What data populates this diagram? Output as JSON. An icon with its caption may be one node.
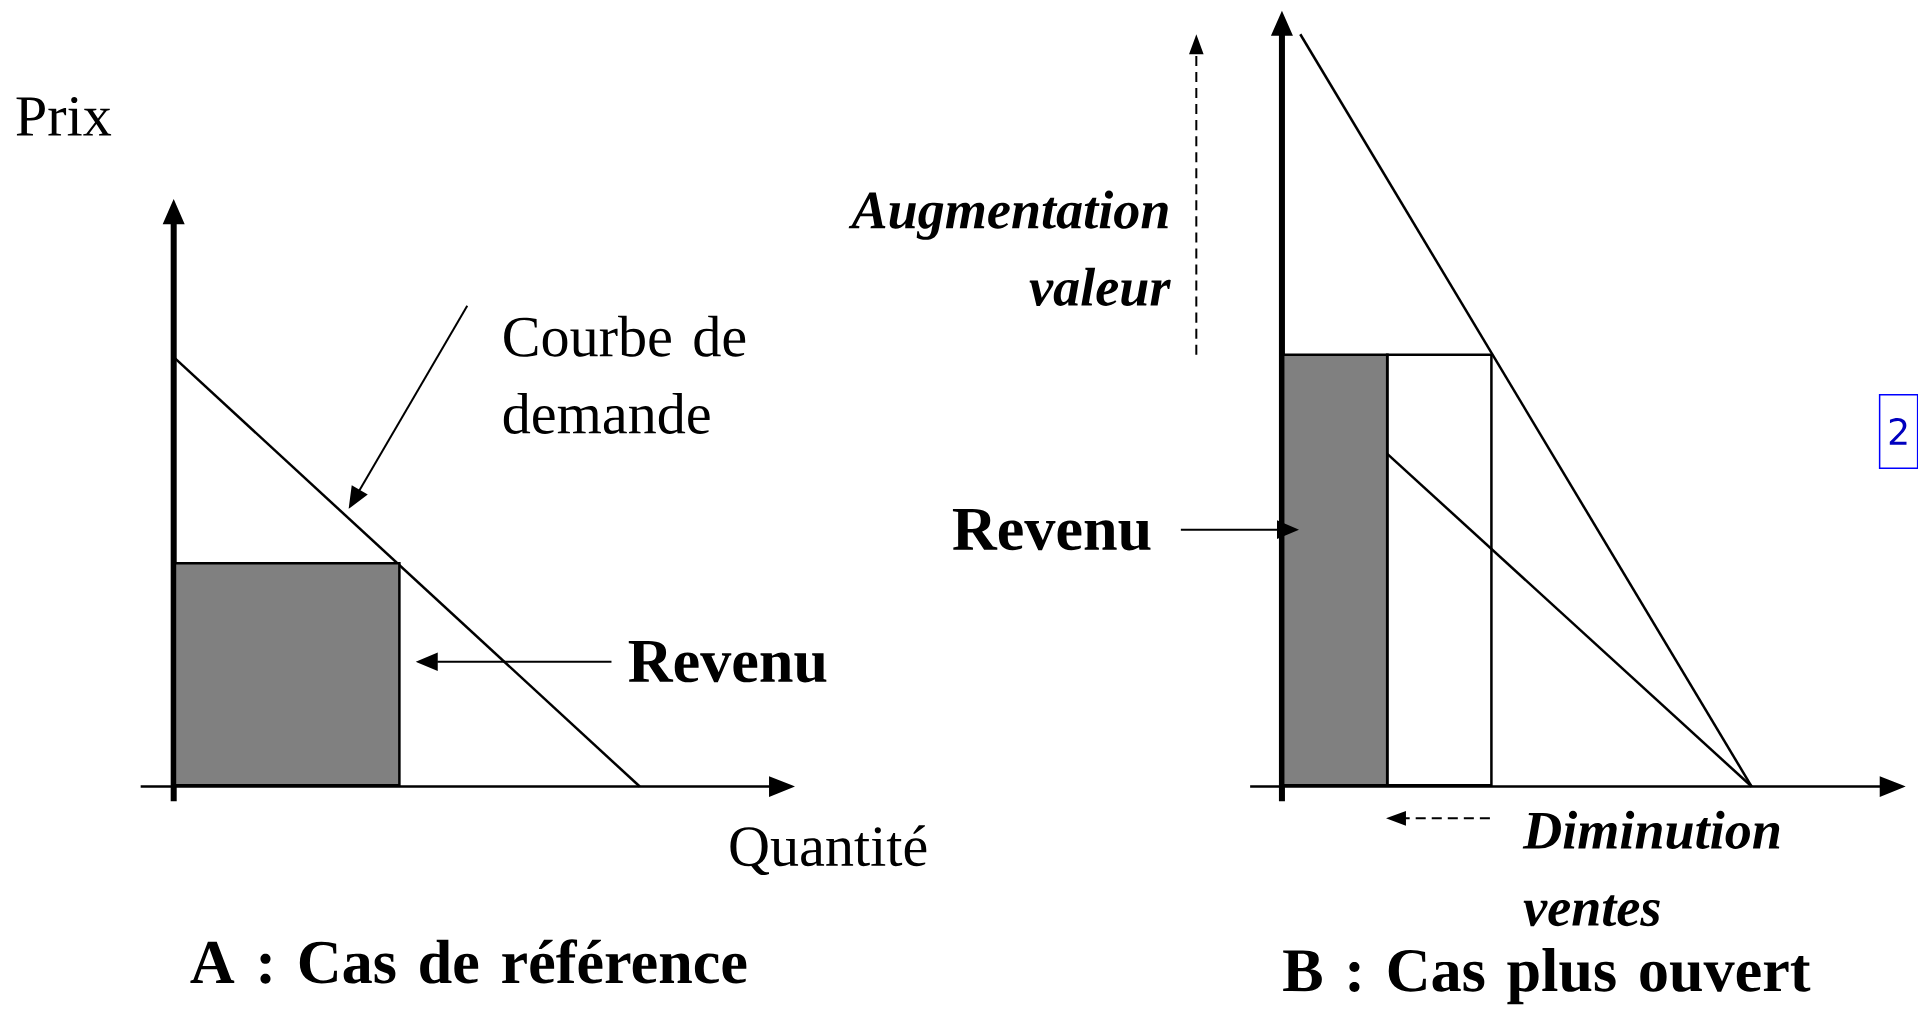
{
  "diagram": {
    "nodes": [
      {
        "text": [],
        "shape": "box"
      },
      {
        "text": [
          "Courbe de demande"
        ]
      },
      {
        "text": [
          "Revenu"
        ]
      },
      {
        "text": [],
        "shape": "box"
      },
      {
        "text": [],
        "shape": "box"
      },
      {
        "text": [
          "Revenu"
        ]
      },
      {
        "text": [
          "2"
        ]
      }
    ],
    "edges": [
      {
        "from": 1,
        "to": null,
        "arrow": "to"
      },
      {
        "from": 2,
        "to": 0,
        "arrow": "to"
      },
      {
        "from": 5,
        "to": 3,
        "arrow": "to"
      }
    ],
    "labels": [
      "Prix",
      "Quantité",
      "A : Cas de référence",
      "Augmentation valeur",
      "Diminution ventes",
      "B : Cas plus ouvert"
    ]
  }
}
